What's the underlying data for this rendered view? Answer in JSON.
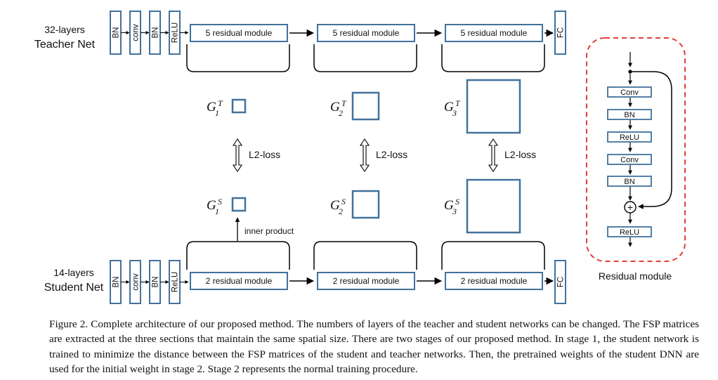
{
  "teacher": {
    "title_line1": "32-layers",
    "title_line2": "Teacher Net",
    "layers": [
      "BN",
      "conv",
      "BN",
      "ReLU"
    ],
    "modules": [
      "5 residual module",
      "5 residual module",
      "5 residual module"
    ],
    "fc": "FC"
  },
  "student": {
    "title_line1": "14-layers",
    "title_line2": "Student Net",
    "layers": [
      "BN",
      "conv",
      "BN",
      "ReLU"
    ],
    "modules": [
      "2 residual module",
      "2 residual module",
      "2 residual module"
    ],
    "fc": "FC"
  },
  "fsp": {
    "teacher_labels": [
      {
        "base": "G",
        "sub": "1",
        "sup": "T"
      },
      {
        "base": "G",
        "sub": "2",
        "sup": "T"
      },
      {
        "base": "G",
        "sub": "3",
        "sup": "T"
      }
    ],
    "student_labels": [
      {
        "base": "G",
        "sub": "1",
        "sup": "S"
      },
      {
        "base": "G",
        "sub": "2",
        "sup": "S"
      },
      {
        "base": "G",
        "sub": "3",
        "sup": "S"
      }
    ],
    "loss_label": "L2-loss",
    "inner_product_label": "inner product"
  },
  "residual_module": {
    "title": "Residual module",
    "layers": [
      "Conv",
      "BN",
      "ReLU",
      "Conv",
      "BN"
    ],
    "add_symbol": "+",
    "final_layer": "ReLU"
  },
  "caption": "Figure 2. Complete architecture of our proposed method. The numbers of layers of the teacher and student networks can be changed. The FSP matrices are extracted at the three sections that maintain the same spatial size. There are two stages of our proposed method. In stage 1, the student network is trained to minimize the distance between the FSP matrices of the student and teacher networks. Then, the pretrained weights of the student DNN are used for the initial weight in stage 2. Stage 2 represents the normal training procedure.",
  "colors": {
    "box_stroke": "#41719c",
    "dashed_border": "#e03c3c",
    "line": "#000000"
  }
}
